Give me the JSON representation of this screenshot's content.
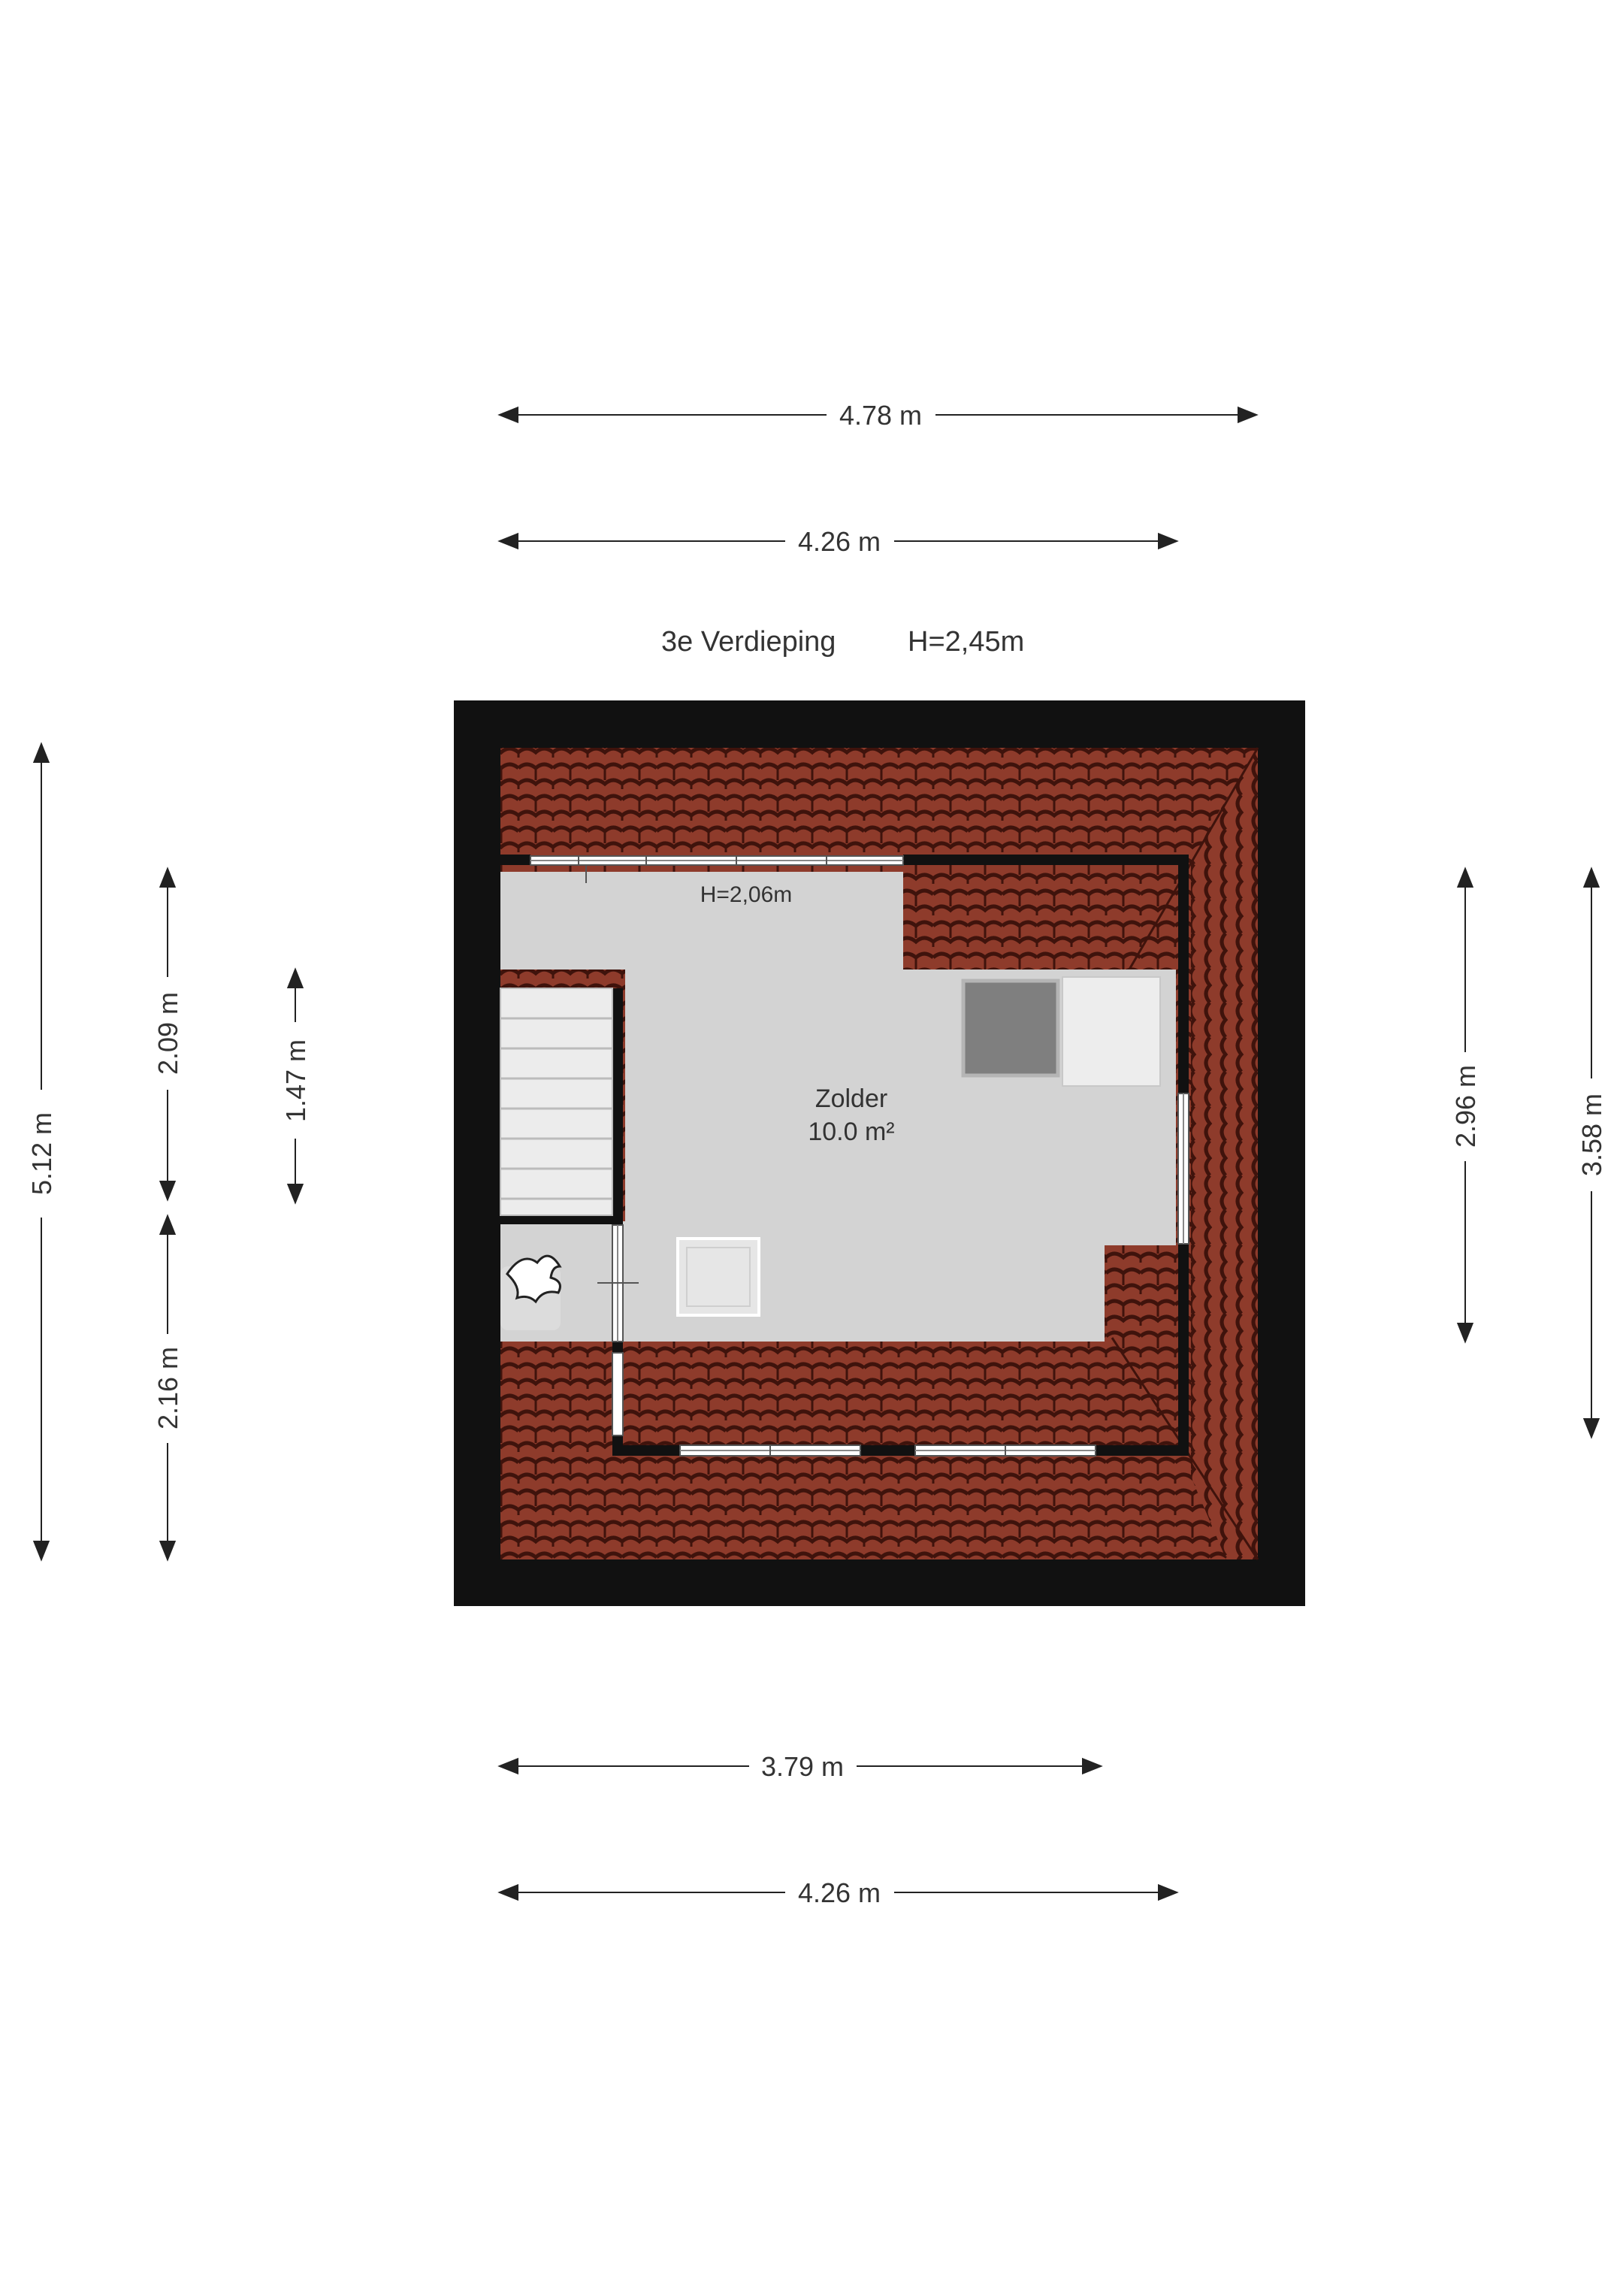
{
  "title": {
    "floor": "3e Verdieping",
    "height": "H=2,45m"
  },
  "dimensions": {
    "top_outer": "4.78 m",
    "top_inner": "4.26 m",
    "bottom_inner": "3.79 m",
    "bottom_outer": "4.26 m",
    "left_total": "5.12 m",
    "left_upper": "2.09 m",
    "left_lower": "2.16 m",
    "left_stair": "1.47 m",
    "right_inner": "2.96 m",
    "right_outer": "3.58 m"
  },
  "room": {
    "name": "Zolder",
    "area": "10.0 m²",
    "local_height": "H=2,06m"
  },
  "colors": {
    "wall": "#111111",
    "roof_tile": "#8e3b2b",
    "roof_line": "#3f130c",
    "floor": "#d3d3d3",
    "dim_line": "#222222"
  }
}
